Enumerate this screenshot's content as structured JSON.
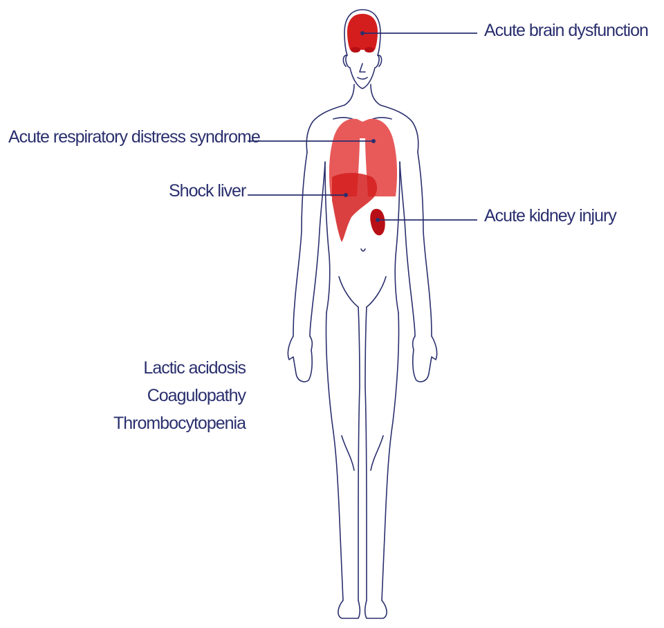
{
  "colors": {
    "text": "#2a2f6e",
    "outline": "#2a2f6e",
    "organ_light": "#e85a5a",
    "organ_dark": "#d41e1e",
    "organ_darkest": "#b80f16",
    "leader_line": "#2a2f6e"
  },
  "callouts": {
    "brain": "Acute brain dysfunction",
    "lungs": "Acute respiratory distress syndrome",
    "liver": "Shock liver",
    "kidney": "Acute kidney injury"
  },
  "systemic_conditions": [
    "Lactic acidosis",
    "Coagulopathy",
    "Thrombocytopenia"
  ]
}
